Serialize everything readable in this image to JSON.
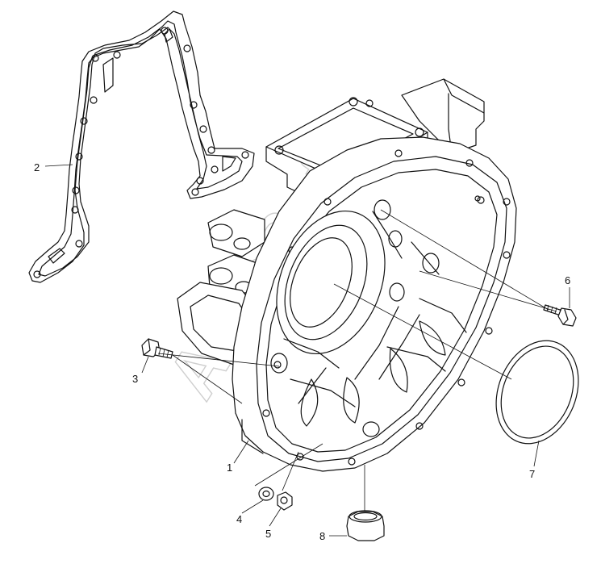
{
  "watermark": {
    "text": "AutoSoft"
  },
  "callouts": [
    {
      "number": "1"
    },
    {
      "number": "2"
    },
    {
      "number": "3"
    },
    {
      "number": "4"
    },
    {
      "number": "5"
    },
    {
      "number": "6"
    },
    {
      "number": "7"
    },
    {
      "number": "8"
    }
  ]
}
